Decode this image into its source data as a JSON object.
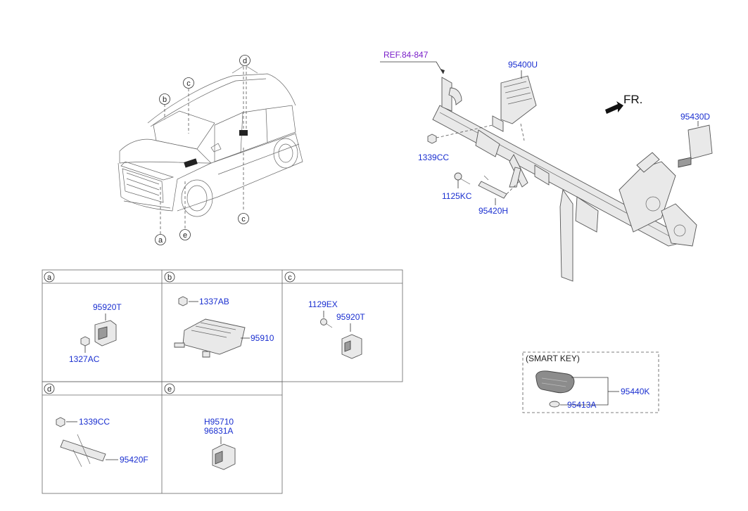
{
  "main": {
    "ref_label": "REF.84-847",
    "direction_label": "FR.",
    "parts": {
      "p95400U": "95400U",
      "p95430D": "95430D",
      "p1339CC": "1339CC",
      "p1125KC": "1125KC",
      "p95420H": "95420H"
    }
  },
  "vehicle_callouts": {
    "a": "a",
    "b": "b",
    "c1": "c",
    "c2": "c",
    "d": "d",
    "e": "e"
  },
  "detail_grid": {
    "a": {
      "letter": "a",
      "p1": "95920T",
      "p2": "1327AC"
    },
    "b": {
      "letter": "b",
      "p1": "1337AB",
      "p2": "95910"
    },
    "c": {
      "letter": "c",
      "p1": "1129EX",
      "p2": "95920T"
    },
    "d": {
      "letter": "d",
      "p1": "1339CC",
      "p2": "95420F"
    },
    "e": {
      "letter": "e",
      "p1": "H95710",
      "p2": "96831A"
    }
  },
  "smart_key": {
    "title": "(SMART KEY)",
    "p1": "95440K",
    "p2": "95413A"
  }
}
